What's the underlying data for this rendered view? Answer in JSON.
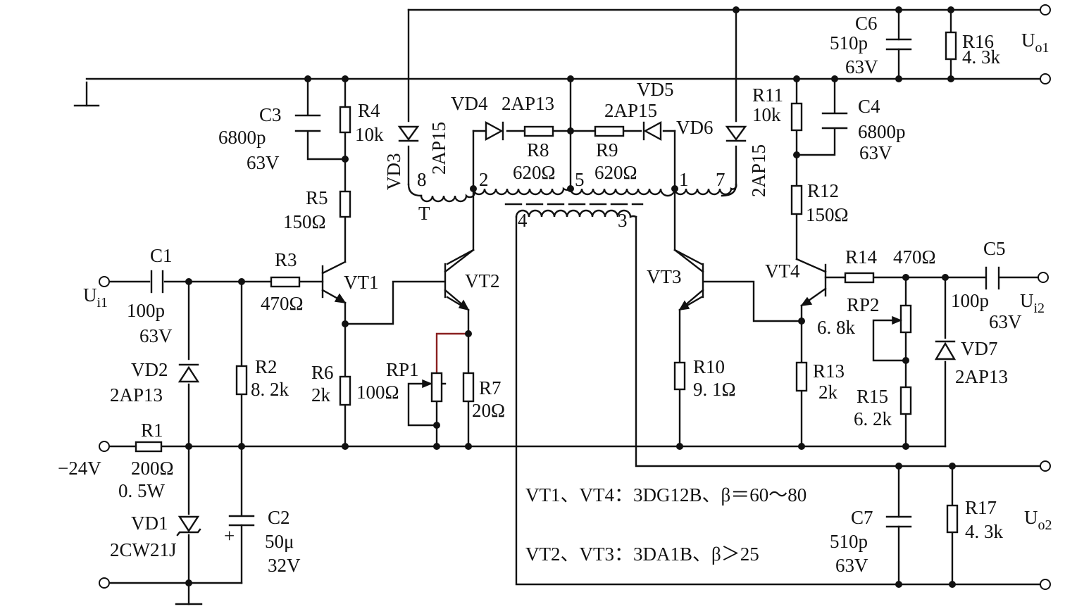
{
  "labels": {
    "C1": "C1",
    "C1_val": "100p",
    "C1_v": "63V",
    "Ui1": "U",
    "Ui1_sub": "i1",
    "VD2": "VD2",
    "VD2_val": "2AP13",
    "R1": "R1",
    "R1_val": "200Ω",
    "R1_p": "0. 5W",
    "neg24": "−24V",
    "VD1": "VD1",
    "VD1_val": "2CW21J",
    "R2": "R2",
    "R2_val": "8. 2k",
    "C2": "C2",
    "C2_plus": "+",
    "C2_val": "50μ",
    "C2_v": "32V",
    "R3": "R3",
    "R3_val": "470Ω",
    "C3": "C3",
    "C3_val": "6800p",
    "C3_v": "63V",
    "R4": "R4",
    "R4_val": "10k",
    "R5": "R5",
    "R5_val": "150Ω",
    "R6": "R6",
    "R6_val": "2k",
    "VT1": "VT1",
    "VT2": "VT2",
    "VT3": "VT3",
    "VT4": "VT4",
    "RP1": "RP1",
    "RP1_val": "100Ω",
    "R7": "R7",
    "R7_val": "20Ω",
    "VD3": "VD3",
    "VD3_val": "2AP15",
    "VD4": "VD4",
    "VD4_val": "2AP13",
    "VD5": "VD5",
    "VD5_val": "2AP15",
    "VD6": "VD6",
    "VD6_val": "2AP15",
    "R8": "R8",
    "R8_val": "620Ω",
    "R9": "R9",
    "R9_val": "620Ω",
    "pin8": "8",
    "pin2": "2",
    "pin5": "5",
    "pin1": "1",
    "pin7": "7",
    "pin4": "4",
    "pin3": "3",
    "T": "T",
    "R10": "R10",
    "R10_val": "9. 1Ω",
    "R11": "R11",
    "R11_val": "10k",
    "C4": "C4",
    "C4_val": "6800p",
    "C4_v": "63V",
    "R12": "R12",
    "R12_val": "150Ω",
    "R13": "R13",
    "R13_val": "2k",
    "R14": "R14",
    "R14_val": "470Ω",
    "RP2": "RP2",
    "RP2_val": "6. 8k",
    "R15": "R15",
    "R15_val": "6. 2k",
    "C5": "C5",
    "C5_val": "100p",
    "C5_v": "63V",
    "Ui2": "U",
    "Ui2_sub": "i2",
    "VD7": "VD7",
    "VD7_val": "2AP13",
    "C6": "C6",
    "C6_val": "510p",
    "C6_v": "63V",
    "R16": "R16",
    "R16_val": "4. 3k",
    "Uo1": "U",
    "Uo1_sub": "o1",
    "C7": "C7",
    "C7_val": "510p",
    "C7_v": "63V",
    "R17": "R17",
    "R17_val": "4. 3k",
    "Uo2": "U",
    "Uo2_sub": "o2"
  },
  "notes": {
    "line1": "VT1、VT4：3DG12B、β＝60～80",
    "line2": "VT2、VT3：3DA1B、β＞25"
  }
}
